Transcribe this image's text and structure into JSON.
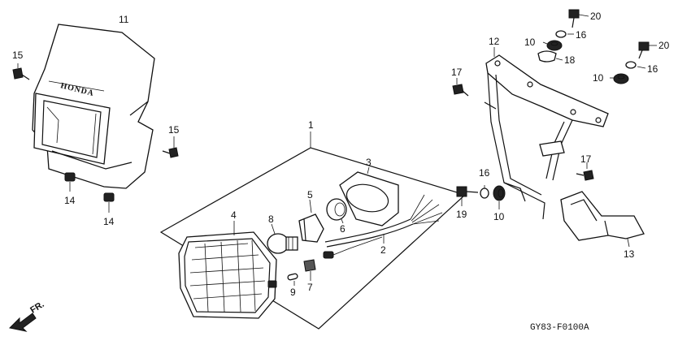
{
  "diagram": {
    "drawing_code": "GY83-F0100A",
    "brand_text": "HONDA",
    "direction_label": "FR.",
    "callouts": {
      "headlight_assembly": "1",
      "wire_harness": "2",
      "headlight_case": "3",
      "headlight_unit": "4",
      "socket": "5",
      "dust_cover": "6",
      "position_socket": "7",
      "headlight_bulb": "8",
      "position_bulb": "9",
      "grommet_left_upper": "10",
      "grommet_right_upper": "10",
      "grommet_mid": "10",
      "cowl": "11",
      "stay": "12",
      "bracket": "13",
      "rubber_a": "14",
      "rubber_b": "14",
      "screw_cowl_left": "15",
      "screw_cowl_mid": "15",
      "washer_upper_left": "16",
      "washer_upper_right": "16",
      "washer_mid": "16",
      "bolt_stay_top": "17",
      "bolt_bracket": "17",
      "cap": "18",
      "bolt_mid": "19",
      "bolt_top_left": "20",
      "bolt_top_right": "20"
    }
  }
}
